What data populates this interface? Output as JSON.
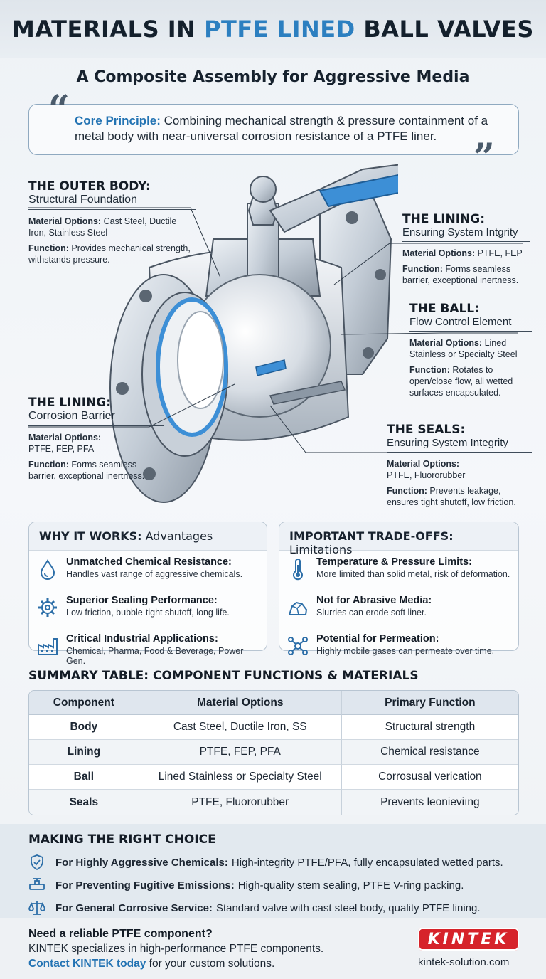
{
  "header": {
    "title_part1": "MATERIALS IN ",
    "title_accent": "PTFE LINED",
    "title_part2": " BALL VALVES",
    "subtitle": "A Composite Assembly for Aggressive Media"
  },
  "principle": {
    "lead": "Core Principle:",
    "text": " Combining mechanical strength & pressure containment of a metal body with near-universal corrosion resistance of a PTFE liner."
  },
  "diagram": {
    "outer_body": {
      "title": "THE OUTER BODY:",
      "subtitle": "Structural Foundation",
      "material_label": "Material Options:",
      "material_text": " Cast Steel, Ductile Iron, Stainless Steel",
      "function_label": "Function:",
      "function_text": " Provides mechanical strength, withstands pressure."
    },
    "lining_top": {
      "title": "THE LINING:",
      "subtitle": "Ensuring System Intgrity",
      "material_label": "Material Options:",
      "material_text": " PTFE, FEP",
      "function_label": "Function:",
      "function_text": " Forms seamless barrier, exceptional inertness."
    },
    "ball": {
      "title": "THE BALL:",
      "subtitle": "Flow Control Element",
      "material_label": "Material Options:",
      "material_text": " Lined Stainless or Specialty Steel",
      "function_label": "Function:",
      "function_text": " Rotates to open/close flow, all wetted surfaces encapsulated."
    },
    "lining_left": {
      "title": "THE LINING:",
      "subtitle": "Corrosion Barrier",
      "material_label": "Material Options:",
      "material_text": "PTFE, FEP, PFA",
      "function_label": "Function:",
      "function_text": " Forms seamless barrier, exceptional inertness."
    },
    "seals": {
      "title": "THE SEALS:",
      "subtitle": "Ensuring System Integrity",
      "material_label": "Material Options:",
      "material_text": "PTFE, Fluororubber",
      "function_label": "Function:",
      "function_text": " Prevents leakage, ensures tight shutoff, low friction."
    }
  },
  "advantages": {
    "head_bold": "WHY IT WORKS:",
    "head_rest": " Advantages",
    "items": [
      {
        "icon": "droplet-icon",
        "title": "Unmatched Chemical Resistance:",
        "text": "Handles vast range of aggressive chemicals."
      },
      {
        "icon": "gear-icon",
        "title": "Superior Sealing Performance:",
        "text": "Low friction, bubble-tight shutoff, long life."
      },
      {
        "icon": "factory-icon",
        "title": "Critical Industrial Applications:",
        "text": "Chemical, Pharma, Food & Beverage, Power Gen."
      }
    ]
  },
  "tradeoffs": {
    "head_bold": "IMPORTANT TRADE-OFFS:",
    "head_rest": " Limitations",
    "items": [
      {
        "icon": "thermometer-icon",
        "title": "Temperature & Pressure Limits:",
        "text": "More limited than solid metal, risk of deformation."
      },
      {
        "icon": "rock-icon",
        "title": "Not for Abrasive Media:",
        "text": "Slurries can erode soft liner."
      },
      {
        "icon": "molecule-icon",
        "title": "Potential for Permeation:",
        "text": "Highly mobile gases can permeate over time."
      }
    ]
  },
  "summary": {
    "title": "SUMMARY TABLE: COMPONENT FUNCTIONS & MATERIALS",
    "headers": [
      "Component",
      "Material Options",
      "Primary Function"
    ],
    "rows": [
      [
        "Body",
        "Cast Steel, Ductile Iron, SS",
        "Structural strength"
      ],
      [
        "Lining",
        "PTFE, FEP, PFA",
        "Chemical resistance"
      ],
      [
        "Ball",
        "Lined Stainless or Specialty Steel",
        "Corrosusal verication"
      ],
      [
        "Seals",
        "PTFE, Fluororubber",
        "Prevents leonieviıng"
      ]
    ]
  },
  "choice": {
    "title": "MAKING THE RIGHT CHOICE",
    "items": [
      {
        "icon": "shield-check-icon",
        "bold": "For Highly Aggressive Chemicals:",
        "text": "High-integrity PTFE/PFA, fully encapsulated wetted parts."
      },
      {
        "icon": "valve-icon",
        "bold": "For Preventing Fugitive Emissions:",
        "text": "High-quality stem sealing, PTFE V-ring packing."
      },
      {
        "icon": "scale-icon",
        "bold": "For General Corrosive Service:",
        "text": "Standard valve with cast steel body, quality PTFE lining."
      }
    ]
  },
  "footer": {
    "cta_title": "Need a reliable PTFE component?",
    "cta_text": "KINTEK specializes in high-performance PTFE components.",
    "cta_link": "Contact KINTEK today",
    "cta_after": " for your custom solutions.",
    "logo_text": "KINTEK",
    "website": "kintek-solution.com"
  },
  "colors": {
    "accent_blue": "#2c7fc0",
    "ptfe_blue": "#3d8fd6",
    "logo_red": "#d6232a",
    "steel": "#c9d1da"
  }
}
